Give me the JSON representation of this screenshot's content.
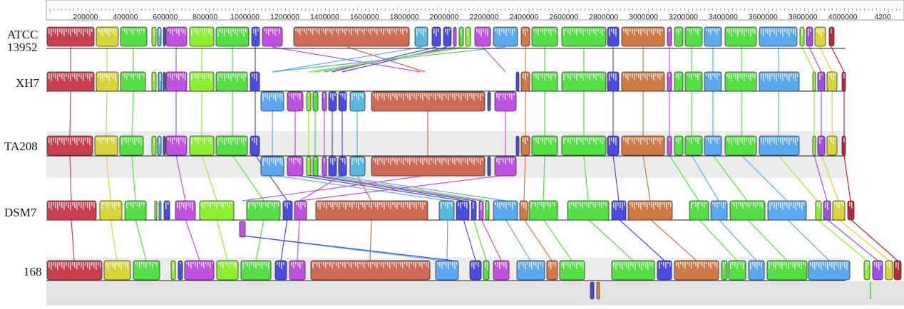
{
  "ruler": {
    "ticks": [
      "200000",
      "400000",
      "600000",
      "800000",
      "1000000",
      "1200000",
      "1400000",
      "1600000",
      "1800000",
      "2000000",
      "2200000",
      "2400000",
      "2600000",
      "2800000",
      "3000000",
      "3200000",
      "3400000",
      "3600000",
      "3800000",
      "4000000",
      "4200"
    ]
  },
  "colors": {
    "red": "#c8404f",
    "yellow": "#d6d63c",
    "green": "#54e044",
    "purple": "#bf52e0",
    "blue": "#4b4be0",
    "cyan": "#58b8e0",
    "salmon": "#cf6a55",
    "orange": "#cf7a45",
    "lime": "#8cf030",
    "skyblue": "#5aa8f0",
    "violet": "#a050e0",
    "darkred": "#b8283a"
  },
  "genomes": [
    {
      "name_lines": [
        "ATCC",
        "13952"
      ],
      "track": "atcc"
    },
    {
      "name_lines": [
        "XH7"
      ],
      "track": "xh7"
    },
    {
      "name_lines": [
        "TA208"
      ],
      "track": "ta208"
    },
    {
      "name_lines": [
        "DSM7"
      ],
      "track": "dsm7"
    },
    {
      "name_lines": [
        "168"
      ],
      "track": "b168"
    }
  ]
}
